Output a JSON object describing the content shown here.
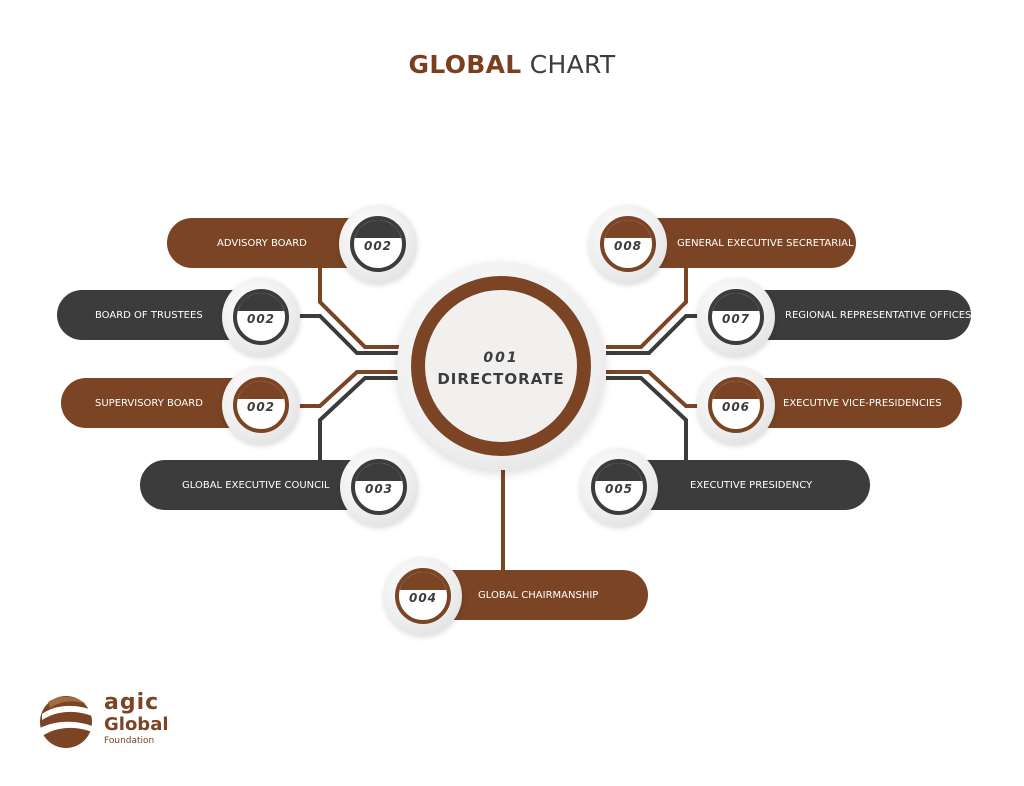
{
  "title": {
    "part1": "GLOBAL",
    "part2": "CHART"
  },
  "center": {
    "number": "001",
    "label": "DIRECTORATE"
  },
  "nodes": [
    {
      "number": "002",
      "label": "ADVISORY BOARD",
      "color": "brown"
    },
    {
      "number": "002",
      "label": "BOARD OF TRUSTEES",
      "color": "dark"
    },
    {
      "number": "002",
      "label": "SUPERVISORY BOARD",
      "color": "brown"
    },
    {
      "number": "003",
      "label": "GLOBAL EXECUTIVE COUNCIL",
      "color": "dark"
    },
    {
      "number": "004",
      "label": "GLOBAL CHAIRMANSHIP",
      "color": "brown"
    },
    {
      "number": "005",
      "label": "EXECUTIVE PRESIDENCY",
      "color": "dark"
    },
    {
      "number": "006",
      "label": "EXECUTIVE VICE-PRESIDENCIES",
      "color": "brown"
    },
    {
      "number": "007",
      "label": "REGIONAL REPRESENTATIVE OFFICES",
      "color": "dark"
    },
    {
      "number": "008",
      "label": "GENERAL EXECUTIVE SECRETARIAL",
      "color": "brown"
    }
  ],
  "logo": {
    "line1": "agic",
    "line2": "Global",
    "line3": "Foundation"
  },
  "colors": {
    "brown": "#7b4424",
    "dark": "#3c3c3c"
  }
}
